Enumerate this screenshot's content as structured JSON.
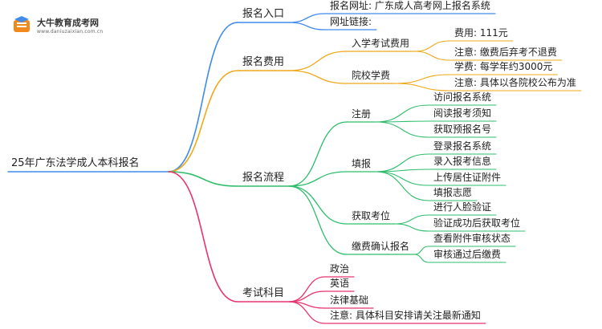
{
  "logo": {
    "brand": "大牛教育成考网",
    "domain": "www.daniuzaixian.com.cn"
  },
  "mindmap": {
    "root": "25年广东法学成人本科报名",
    "branches": [
      {
        "label": "报名入口",
        "color": "#3f8cea",
        "children": [
          {
            "label": "报名网址: 广东成人高考网上报名系统"
          },
          {
            "label": "网址链接:"
          }
        ]
      },
      {
        "label": "报名费用",
        "color": "#f0a81a",
        "children": [
          {
            "label": "入学考试费用",
            "children": [
              {
                "label": "费用: 111元"
              },
              {
                "label": "注意: 缴费后弃考不退费"
              }
            ]
          },
          {
            "label": "院校学费",
            "children": [
              {
                "label": "学费: 每学年约3000元"
              },
              {
                "label": "注意: 具体以各院校公布为准"
              }
            ]
          }
        ]
      },
      {
        "label": "报名流程",
        "color": "#2ebd6b",
        "children": [
          {
            "label": "注册",
            "children": [
              {
                "label": "访问报名系统"
              },
              {
                "label": "阅读报考须知"
              },
              {
                "label": "获取预报名号"
              }
            ]
          },
          {
            "label": "填报",
            "children": [
              {
                "label": "登录报名系统"
              },
              {
                "label": "录入报考信息"
              },
              {
                "label": "上传居住证附件"
              },
              {
                "label": "填报志愿"
              }
            ]
          },
          {
            "label": "获取考位",
            "children": [
              {
                "label": "进行人脸验证"
              },
              {
                "label": "验证成功后获取考位"
              }
            ]
          },
          {
            "label": "缴费确认报名",
            "children": [
              {
                "label": "查看附件审核状态"
              },
              {
                "label": "审核通过后缴费"
              }
            ]
          }
        ]
      },
      {
        "label": "考试科目",
        "color": "#e8336d",
        "children": [
          {
            "label": "政治"
          },
          {
            "label": "英语"
          },
          {
            "label": "法律基础"
          },
          {
            "label": "注意: 具体科目安排请关注最新通知"
          }
        ]
      }
    ]
  }
}
